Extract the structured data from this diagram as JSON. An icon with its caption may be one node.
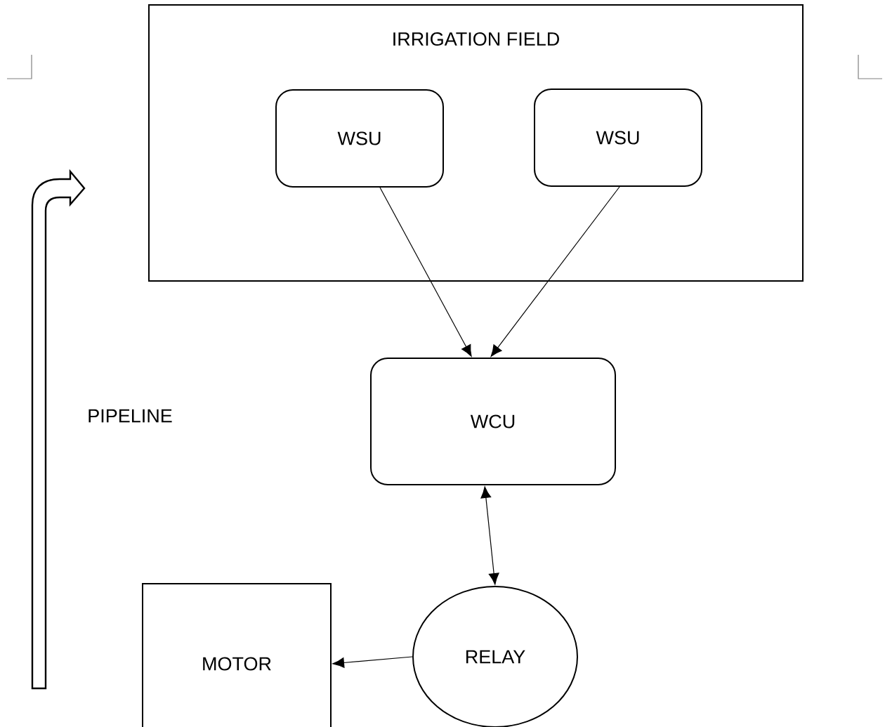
{
  "diagram": {
    "nodes": [
      {
        "text": [
          "IRRIGATION FIELD"
        ]
      },
      {
        "text": [
          "WSU"
        ],
        "in": 0
      },
      {
        "text": [
          "WSU"
        ],
        "in": 0
      },
      {
        "text": [
          "WCU"
        ]
      },
      {
        "text": [
          "RELAY"
        ]
      },
      {
        "text": [
          "MOTOR"
        ]
      }
    ],
    "edges": [
      {
        "from": 1,
        "to": 3,
        "arrow": "to"
      },
      {
        "from": 2,
        "to": 3,
        "arrow": "to"
      },
      {
        "from": 3,
        "to": 4,
        "arrow": "both"
      },
      {
        "from": 4,
        "to": 5,
        "arrow": "to"
      }
    ],
    "labels": [
      "PIPELINE"
    ]
  }
}
